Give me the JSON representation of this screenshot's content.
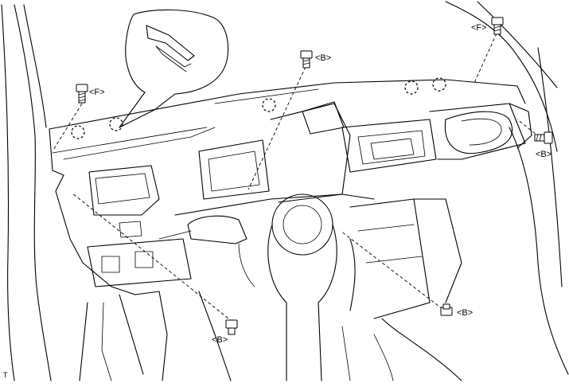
{
  "labels": {
    "bolt_f_left": "<F>",
    "bolt_f_right": "<F>",
    "bolt_b_top": "<B>",
    "bolt_b_right": "<B>",
    "bolt_b_lower_right": "<B>",
    "bolt_b_lower_left": "<B>"
  },
  "footer_mark": "T"
}
